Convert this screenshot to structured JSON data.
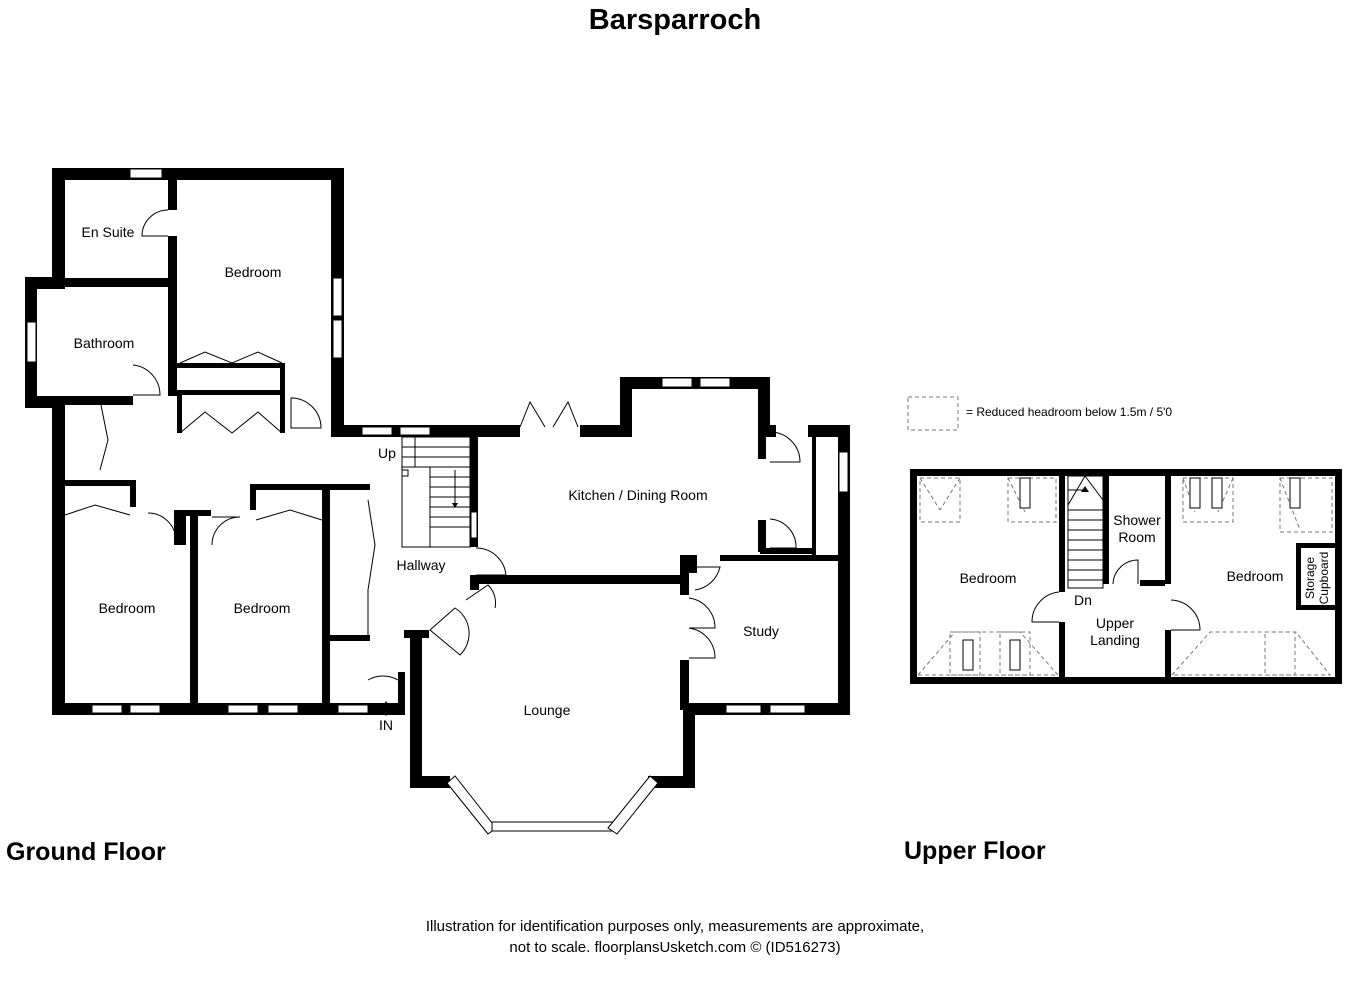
{
  "title": "Barsparroch",
  "floors": {
    "ground": "Ground Floor",
    "upper": "Upper Floor"
  },
  "rooms": {
    "en_suite": "En Suite",
    "bedroom_1": "Bedroom",
    "bathroom": "Bathroom",
    "bedroom_2": "Bedroom",
    "bedroom_3": "Bedroom",
    "hallway": "Hallway",
    "kitchen": "Kitchen / Dining Room",
    "study": "Study",
    "lounge": "Lounge",
    "upper_bedroom_1": "Bedroom",
    "upper_bedroom_2": "Bedroom",
    "shower_room_line1": "Shower",
    "shower_room_line2": "Room",
    "upper_landing_line1": "Upper",
    "upper_landing_line2": "Landing",
    "storage_line1": "Storage",
    "storage_line2": "Cupboard"
  },
  "markers": {
    "up": "Up",
    "down": "Dn",
    "entrance": "IN"
  },
  "legend": {
    "text": "= Reduced headroom below 1.5m / 5'0"
  },
  "footer": {
    "line1": "Illustration for identification purposes only, measurements are approximate,",
    "line2": "not to scale. floorplansUsketch.com © (ID516273)"
  }
}
